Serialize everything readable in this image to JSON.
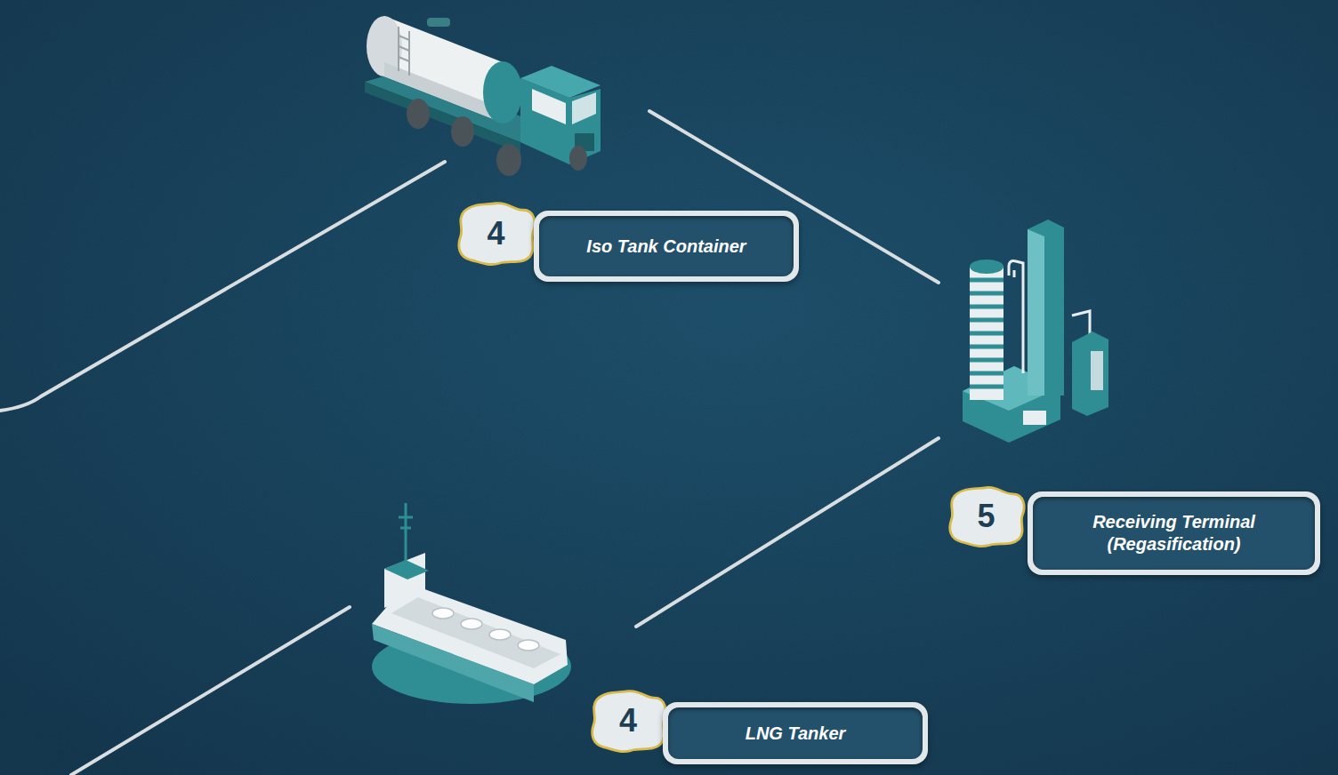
{
  "diagram": {
    "nodes": [
      {
        "text": [
          "4",
          "Iso Tank Container"
        ]
      },
      {
        "text": [
          "5",
          "Receiving Terminal (Regasification)"
        ]
      },
      {
        "text": [
          "4",
          "LNG Tanker"
        ]
      }
    ],
    "edges": [
      {
        "from": 0,
        "to": 1,
        "arrow": "none"
      },
      {
        "from": 2,
        "to": 1,
        "arrow": "none"
      }
    ]
  }
}
